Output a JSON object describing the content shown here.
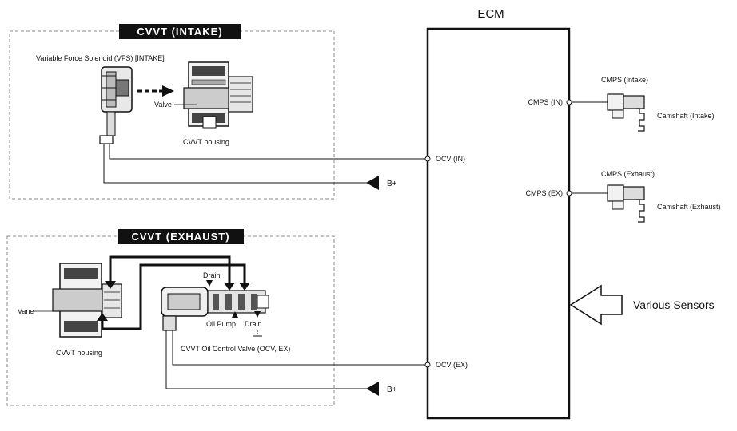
{
  "intake": {
    "title": "CVVT (INTAKE)",
    "vfs_label": "Variable Force Solenoid (VFS) [INTAKE]",
    "valve_label": "Valve",
    "housing_label": "CVVT housing"
  },
  "exhaust": {
    "title": "CVVT (EXHAUST)",
    "vane_label": "Vane",
    "housing_label": "CVVT housing",
    "drain_label": "Drain",
    "oil_pump_label": "Oil Pump",
    "drain2_label": "Drain",
    "ocv_label": "CVVT Oil Control Valve (OCV, EX)"
  },
  "ecm": {
    "title": "ECM",
    "pins": {
      "ocv_in": "OCV (IN)",
      "ocv_ex": "OCV (EX)",
      "cmps_in": "CMPS (IN)",
      "cmps_ex": "CMPS (EX)"
    },
    "various_sensors": "Various Sensors"
  },
  "sensors": {
    "cmps_intake": "CMPS (Intake)",
    "camshaft_intake": "Camshaft (Intake)",
    "cmps_exhaust": "CMPS (Exhaust)",
    "camshaft_exhaust": "Camshaft (Exhaust)"
  },
  "supply": {
    "bplus_1": "B+",
    "bplus_2": "B+"
  }
}
